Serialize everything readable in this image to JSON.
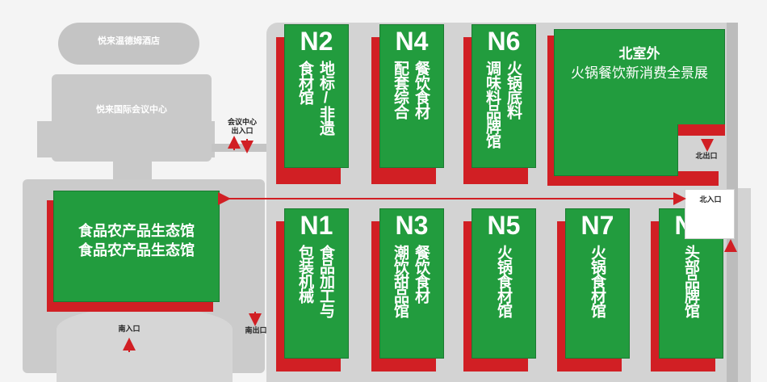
{
  "buildings": {
    "hotel": "悦来温德姆酒店",
    "conference_center": "悦来国际会议中心"
  },
  "ecology_hall": {
    "line1": "食品农产品生态馆",
    "line2": "食品农产品生态馆"
  },
  "outdoor_hall": {
    "line1": "北室外",
    "line2": "火锅餐饮新消费全景展"
  },
  "halls": [
    {
      "code": "N2",
      "col1": "食材馆",
      "col2": "地标/非遗"
    },
    {
      "code": "N4",
      "col1": "配套综合",
      "col2": "餐饮食材"
    },
    {
      "code": "N6",
      "col1": "调味料品牌馆",
      "col2": "火锅底料"
    },
    {
      "code": "N1",
      "col1": "包装机械",
      "col2": "食品加工与"
    },
    {
      "code": "N3",
      "col1": "潮饮甜品馆",
      "col2": "餐饮食材"
    },
    {
      "code": "N5",
      "col1": "火锅食材馆",
      "col2": ""
    },
    {
      "code": "N7",
      "col1": "火锅食材馆",
      "col2": ""
    },
    {
      "code": "N8",
      "col1": "头部品牌馆",
      "col2": ""
    }
  ],
  "entrances": {
    "conference_line1": "会议中心",
    "conference_line2": "出入口",
    "north_exit": "北出口",
    "north_entrance": "北入口",
    "south_entrance": "南入口",
    "south_exit": "南出口"
  },
  "colors": {
    "hall_green": "#229c3e",
    "hall_red": "#d11f24",
    "building_grey": "#c9c9c9",
    "arrow_red": "#d11f24"
  }
}
